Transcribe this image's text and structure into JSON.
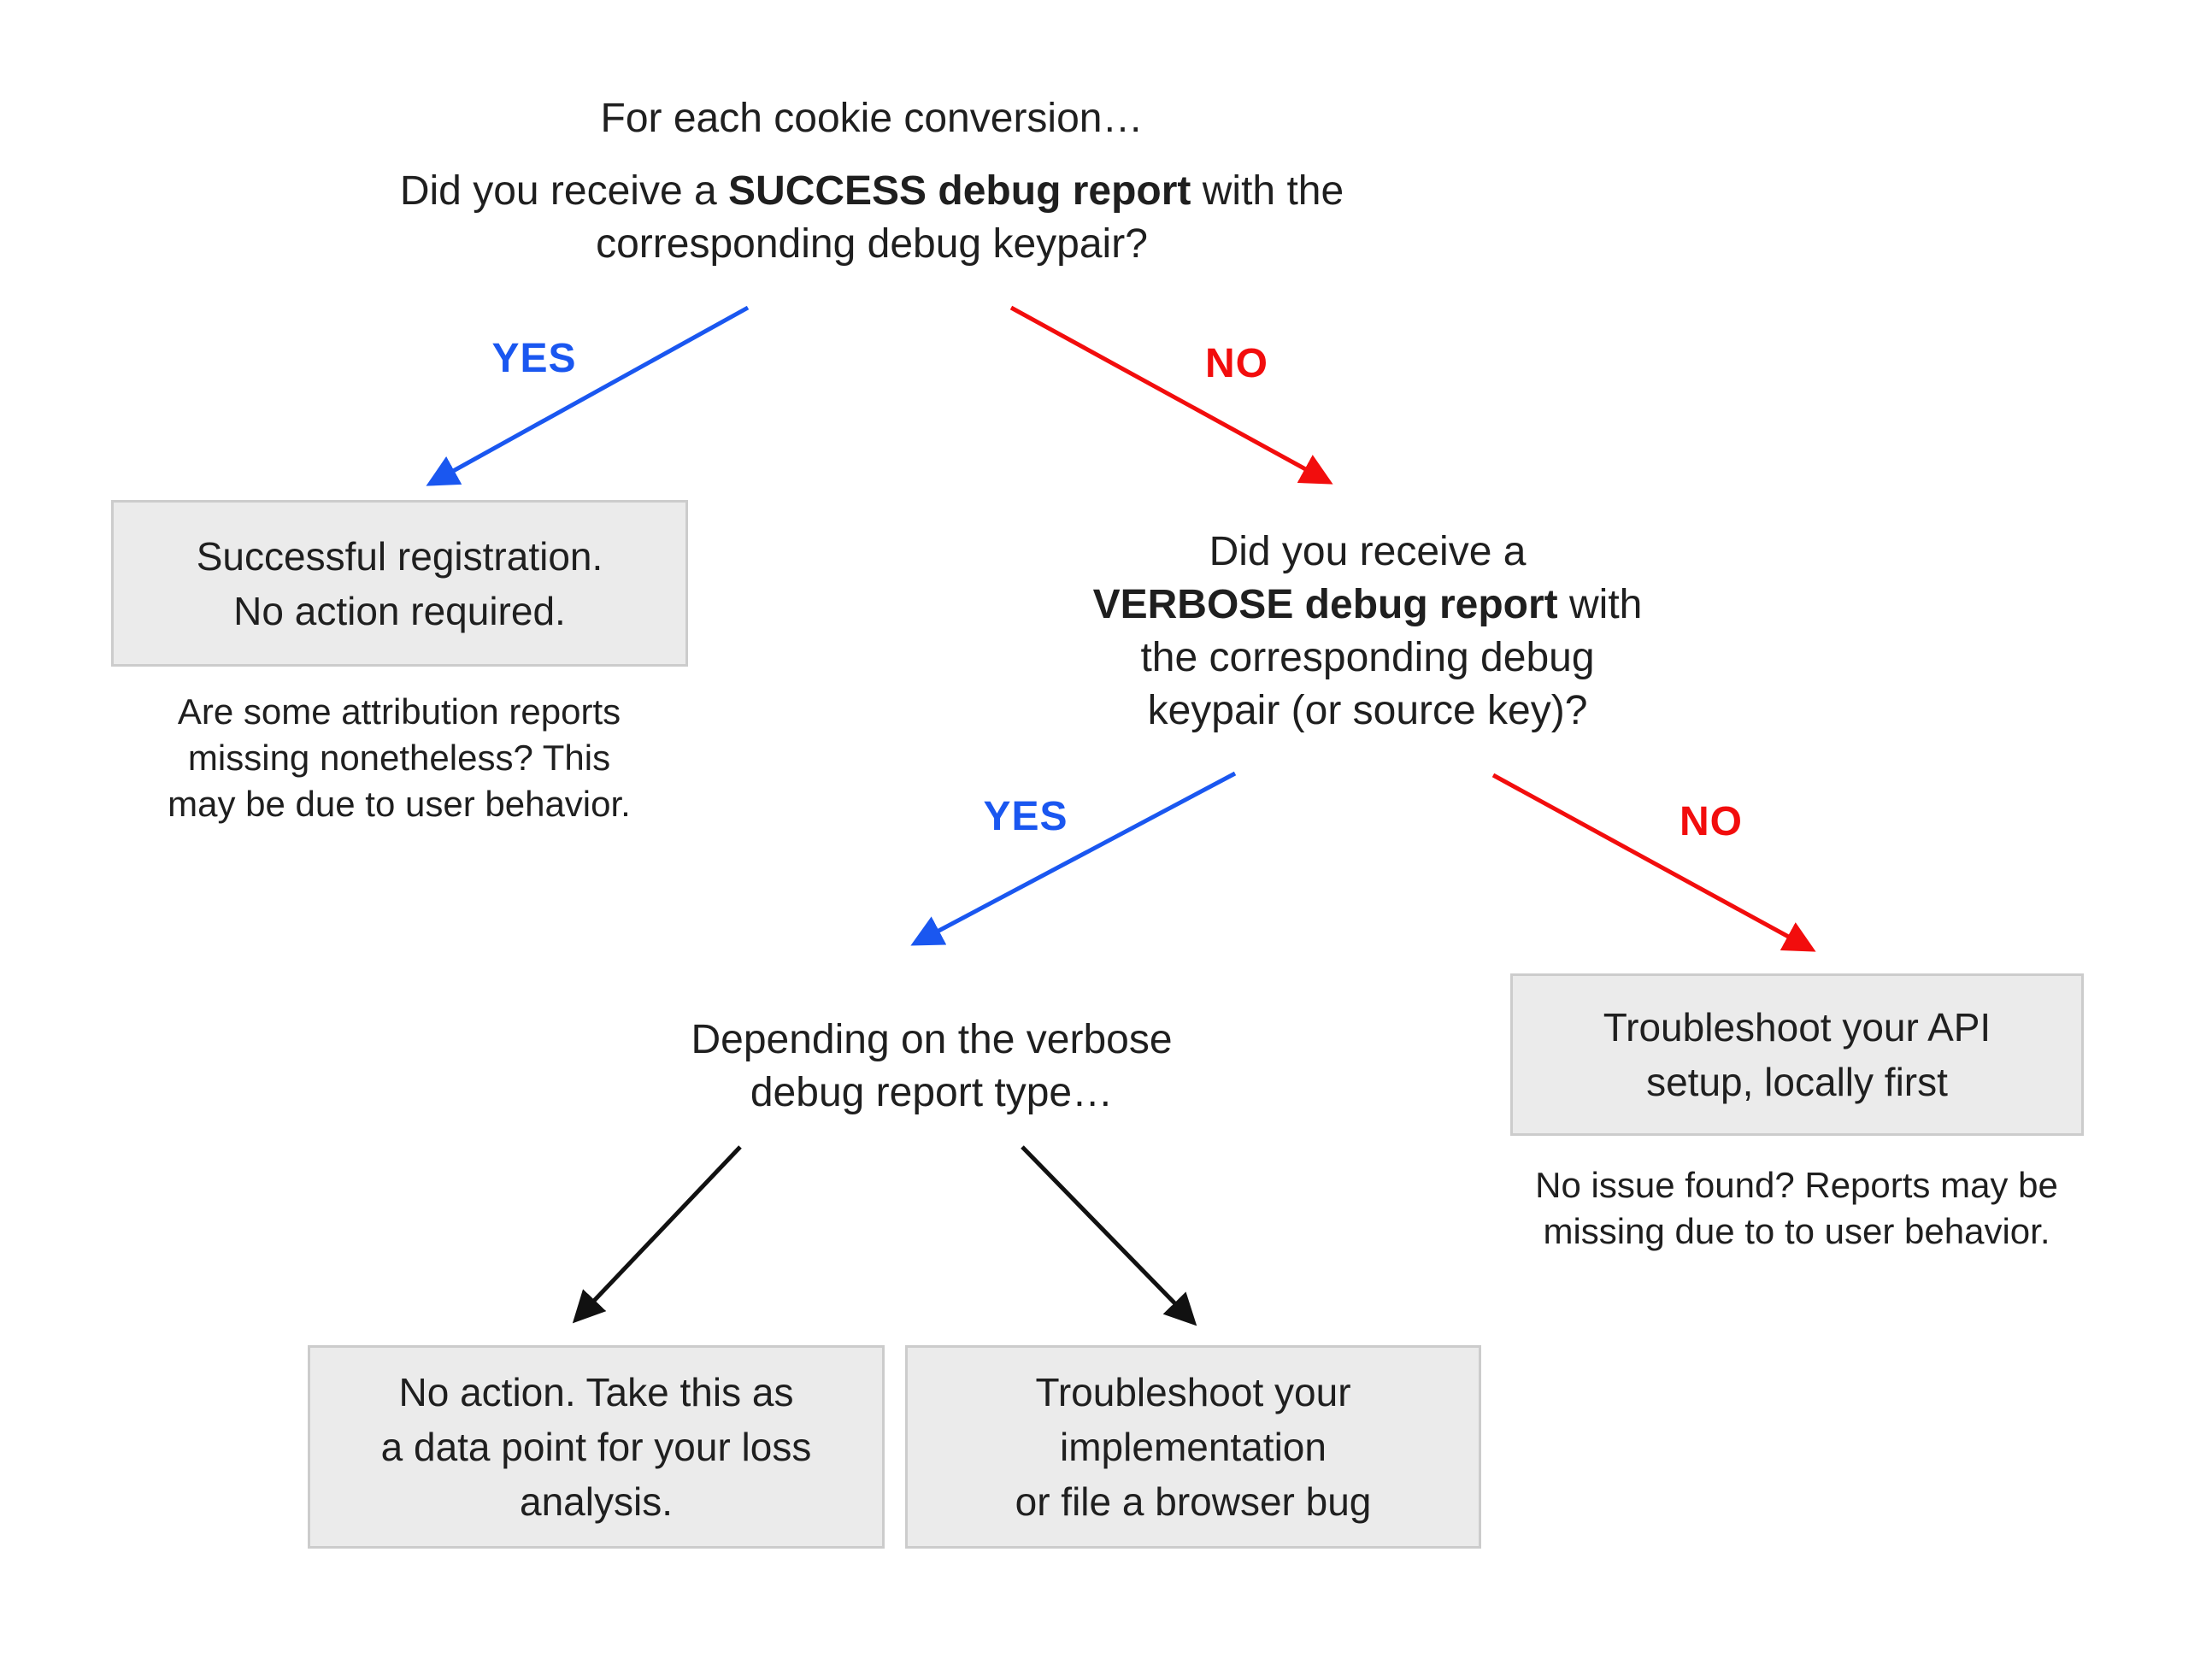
{
  "diagram": {
    "title": "For each cookie conversion…",
    "q1": {
      "line1_pre": "Did you receive a ",
      "line1_bold": "SUCCESS debug report",
      "line1_post": " with the",
      "line2": "corresponding debug keypair?"
    },
    "branch1": {
      "yes_label": "YES",
      "no_label": "NO"
    },
    "success_box": {
      "line1": "Successful registration.",
      "line2": "No action required."
    },
    "success_note": {
      "line1": "Are some attribution reports",
      "line2": "missing nonetheless? This",
      "line3": "may be due to user behavior."
    },
    "q2": {
      "line1": "Did you receive a",
      "line2_bold": "VERBOSE debug report",
      "line2_post": " with",
      "line3": "the corresponding debug",
      "line4": "keypair (or source key)?"
    },
    "branch2": {
      "yes_label": "YES",
      "no_label": "NO"
    },
    "depending": {
      "line1": "Depending on the verbose",
      "line2": "debug report type…"
    },
    "api_box": {
      "line1": "Troubleshoot your API",
      "line2": "setup, locally first"
    },
    "api_note": {
      "line1": "No issue found? Reports may be",
      "line2": "missing due to to user behavior."
    },
    "loss_box": {
      "line1": "No action. Take this as",
      "line2": "a data point for your loss",
      "line3": "analysis."
    },
    "impl_box": {
      "line1": "Troubleshoot your",
      "line2": "implementation",
      "line3": "or file a browser bug"
    }
  },
  "colors": {
    "yes_blue": "#1a57f0",
    "no_red": "#f20d0d",
    "arrow_black": "#111111",
    "box_fill": "#ebebeb",
    "box_border": "#cccccc",
    "text": "#1f1f1f"
  }
}
